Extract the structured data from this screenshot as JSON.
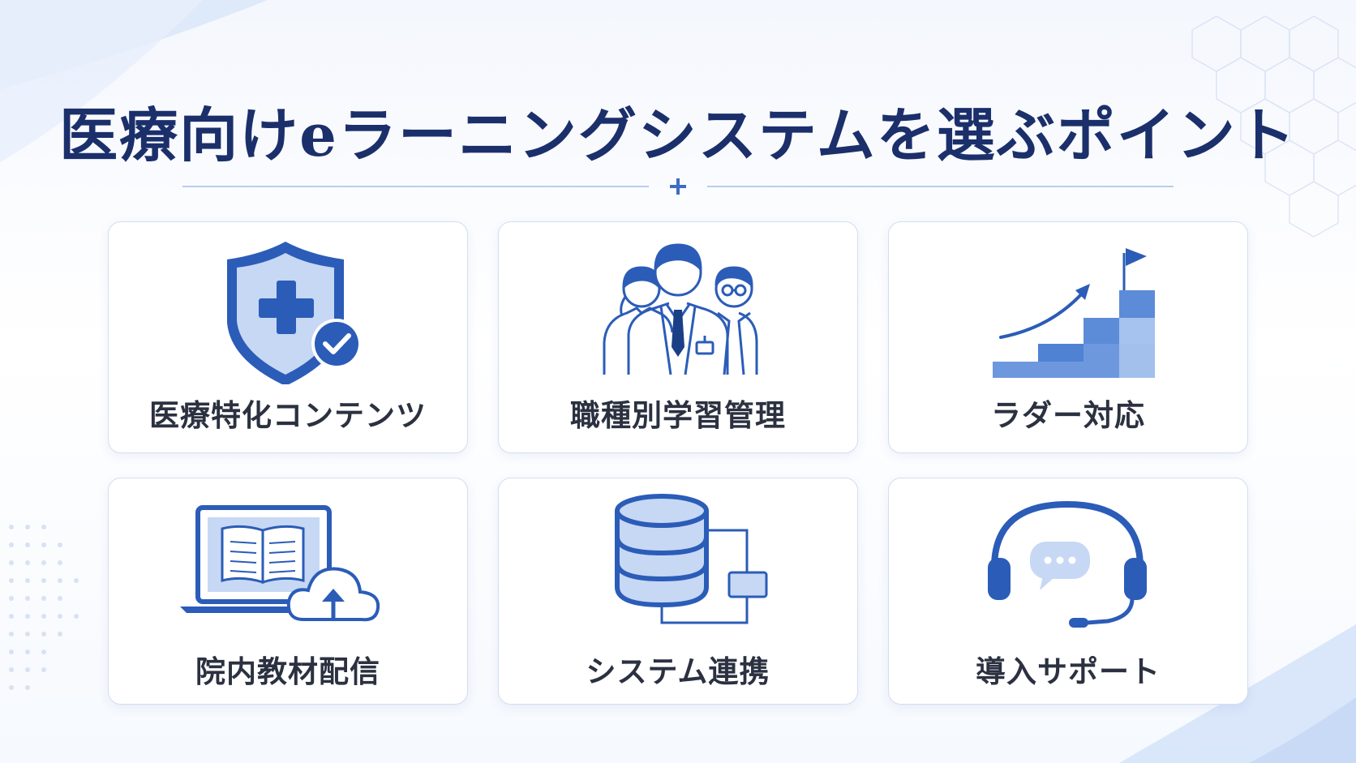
{
  "title": "医療向けeラーニングシステムを選ぶポイント",
  "colors": {
    "title": "#1b2f6b",
    "accent": "#2b5cb8",
    "accent_light": "#c6d8f4",
    "label": "#2b3140",
    "card_border": "#d2def2"
  },
  "cards": [
    {
      "label": "医療特化コンテンツ",
      "icon": "shield-medical-cross-check-icon"
    },
    {
      "label": "職種別学習管理",
      "icon": "medical-staff-group-icon"
    },
    {
      "label": "ラダー対応",
      "icon": "career-ladder-stairs-flag-icon"
    },
    {
      "label": "院内教材配信",
      "icon": "laptop-book-cloud-upload-icon"
    },
    {
      "label": "システム連携",
      "icon": "database-connection-icon"
    },
    {
      "label": "導入サポート",
      "icon": "headset-chat-support-icon"
    }
  ]
}
